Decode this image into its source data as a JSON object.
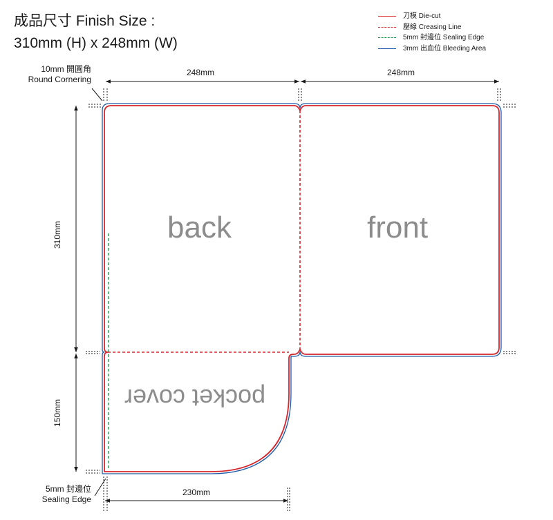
{
  "title": {
    "line1": "成品尺寸 Finish Size :",
    "line2": "310mm (H) x 248mm (W)"
  },
  "legend": [
    {
      "label": "刀模  Die-cut",
      "color": "#d7262b",
      "style": "solid"
    },
    {
      "label": "壓線  Creasing Line",
      "color": "#d7262b",
      "style": "dashed"
    },
    {
      "label": "5mm 封邊位  Sealing Edge",
      "color": "#1f9a4b",
      "style": "dashed"
    },
    {
      "label": "3mm 出血位 Bleeding Area",
      "color": "#1d5aa6",
      "style": "solid"
    }
  ],
  "notes": {
    "round_cornering": {
      "line1": "10mm 開圓角",
      "line2": "Round Cornering"
    },
    "sealing_edge": {
      "line1": "5mm 封邊位",
      "line2": "Sealing Edge"
    }
  },
  "dimensions": {
    "top_left_width": "248mm",
    "top_right_width": "248mm",
    "main_height": "310mm",
    "pocket_height": "150mm",
    "pocket_width": "230mm"
  },
  "panels": {
    "back": "back",
    "front": "front",
    "pocket": "pocket cover"
  }
}
